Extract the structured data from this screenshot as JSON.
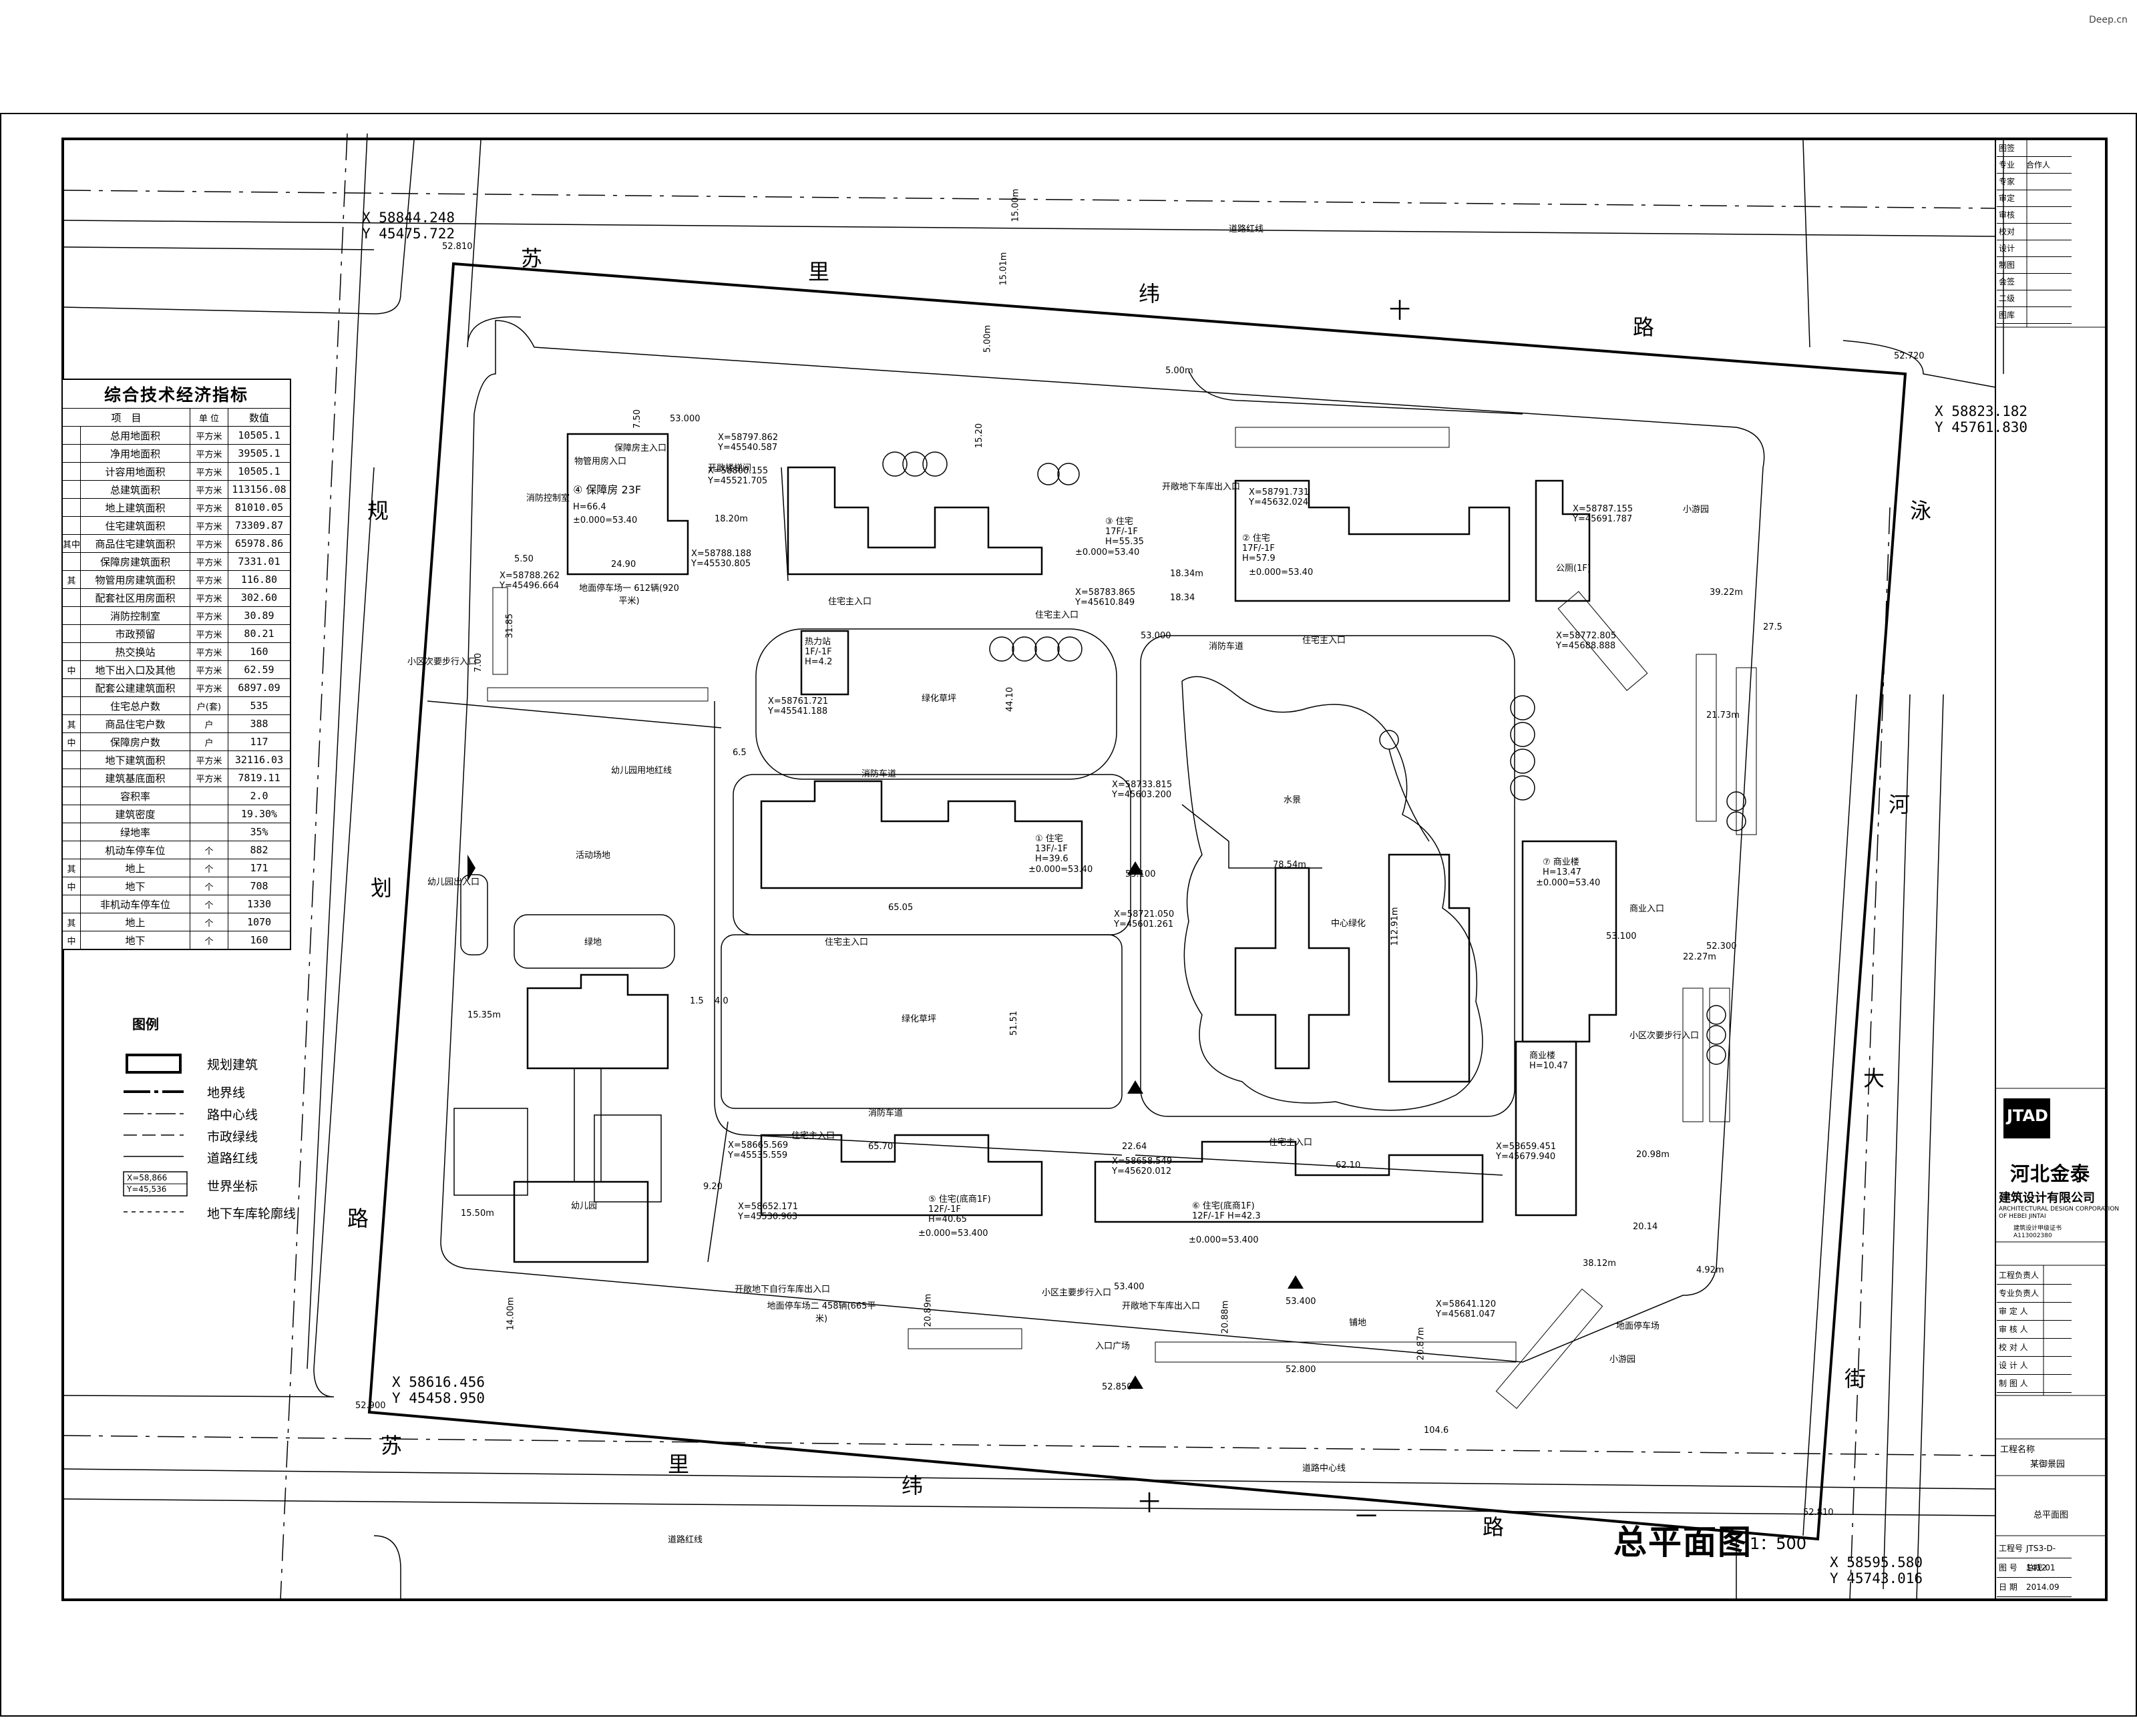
{
  "watermark": "Deep.cn",
  "corner_points": [
    {
      "x": "X 58844.248",
      "y": "Y 45475.722",
      "elev": "52.810"
    },
    {
      "x": "X 58823.182",
      "y": "Y 45761.830",
      "elev": "52.720"
    },
    {
      "x": "X 58616.456",
      "y": "Y 45458.950",
      "elev": "52.900"
    },
    {
      "x": "X 58595.580",
      "y": "Y 45743.016",
      "elev": "52.810"
    }
  ],
  "roads": {
    "north": [
      "苏",
      "里",
      "纬",
      "十",
      "路"
    ],
    "south": [
      "苏",
      "里",
      "纬",
      "十",
      "一",
      "路"
    ],
    "west": [
      "规",
      "划",
      "路"
    ],
    "east": [
      "泳",
      "河",
      "大",
      "街"
    ],
    "red_line": "道路红线",
    "center_line": "道路中心线"
  },
  "plan_title": "总平面图",
  "plan_scale": "1：500",
  "indicator_table": {
    "title": "综合技术经济指标",
    "headers": [
      "项　目",
      "单 位",
      "数值"
    ],
    "rows": [
      {
        "group": "",
        "name": "总用地面积",
        "unit": "平方米",
        "value": "10505.1"
      },
      {
        "group": "",
        "name": "净用地面积",
        "unit": "平方米",
        "value": "39505.1"
      },
      {
        "group": "",
        "name": "计容用地面积",
        "unit": "平方米",
        "value": "10505.1"
      },
      {
        "group": "",
        "name": "总建筑面积",
        "unit": "平方米",
        "value": "113156.08"
      },
      {
        "group": "",
        "name": "地上建筑面积",
        "unit": "平方米",
        "value": "81010.05"
      },
      {
        "group": "",
        "name": "住宅建筑面积",
        "unit": "平方米",
        "value": "73309.87"
      },
      {
        "group": "其中",
        "name": "商品住宅建筑面积",
        "unit": "平方米",
        "value": "65978.86"
      },
      {
        "group": "",
        "name": "保障房建筑面积",
        "unit": "平方米",
        "value": "7331.01"
      },
      {
        "group": "其",
        "name": "物管用房建筑面积",
        "unit": "平方米",
        "value": "116.80"
      },
      {
        "group": "",
        "name": "配套社区用房面积",
        "unit": "平方米",
        "value": "302.60"
      },
      {
        "group": "",
        "name": "消防控制室",
        "unit": "平方米",
        "value": "30.89"
      },
      {
        "group": "",
        "name": "市政预留",
        "unit": "平方米",
        "value": "80.21"
      },
      {
        "group": "",
        "name": "热交换站",
        "unit": "平方米",
        "value": "160"
      },
      {
        "group": "中",
        "name": "地下出入口及其他",
        "unit": "平方米",
        "value": "62.59"
      },
      {
        "group": "",
        "name": "配套公建建筑面积",
        "unit": "平方米",
        "value": "6897.09"
      },
      {
        "group": "",
        "name": "住宅总户数",
        "unit": "户(套)",
        "value": "535"
      },
      {
        "group": "其",
        "name": "商品住宅户数",
        "unit": "户",
        "value": "388"
      },
      {
        "group": "中",
        "name": "保障房户数",
        "unit": "户",
        "value": "117"
      },
      {
        "group": "",
        "name": "地下建筑面积",
        "unit": "平方米",
        "value": "32116.03"
      },
      {
        "group": "",
        "name": "建筑基底面积",
        "unit": "平方米",
        "value": "7819.11"
      },
      {
        "group": "",
        "name": "容积率",
        "unit": "",
        "value": "2.0"
      },
      {
        "group": "",
        "name": "建筑密度",
        "unit": "",
        "value": "19.30%"
      },
      {
        "group": "",
        "name": "绿地率",
        "unit": "",
        "value": "35%"
      },
      {
        "group": "",
        "name": "机动车停车位",
        "unit": "个",
        "value": "882"
      },
      {
        "group": "其",
        "name": "地上",
        "unit": "个",
        "value": "171"
      },
      {
        "group": "中",
        "name": "地下",
        "unit": "个",
        "value": "708"
      },
      {
        "group": "",
        "name": "非机动车停车位",
        "unit": "个",
        "value": "1330"
      },
      {
        "group": "其",
        "name": "地上",
        "unit": "个",
        "value": "1070"
      },
      {
        "group": "中",
        "name": "地下",
        "unit": "个",
        "value": "160"
      }
    ]
  },
  "legend": {
    "title": "图例",
    "items": [
      "规划建筑",
      "地界线",
      "路中心线",
      "市政绿线",
      "道路红线",
      "世界坐标",
      "地下车库轮廓线"
    ],
    "coord_sample": [
      "X=58,866",
      "Y=45,536"
    ]
  },
  "title_block": {
    "top_rows": [
      {
        "k": "图签",
        "v": ""
      },
      {
        "k": "专业",
        "v": "合作人"
      },
      {
        "k": "专家",
        "v": ""
      },
      {
        "k": "审定",
        "v": ""
      },
      {
        "k": "审核",
        "v": ""
      },
      {
        "k": "校对",
        "v": ""
      },
      {
        "k": "设计",
        "v": ""
      },
      {
        "k": "制图",
        "v": ""
      },
      {
        "k": "会签",
        "v": ""
      },
      {
        "k": "二级",
        "v": ""
      },
      {
        "k": "图库",
        "v": ""
      }
    ],
    "logo": "JTAD",
    "company": "河北金泰",
    "company_sub": "建筑设计有限公司",
    "company_en": [
      "ARCHITECTURAL DESIGN CORPORATION",
      "OF HEBEI JINTAI"
    ],
    "cert": [
      "建筑设计甲级证书",
      "A113002380"
    ],
    "rows2": [
      {
        "k": "工程负责人",
        "v": ""
      },
      {
        "k": "专业负责人",
        "v": ""
      },
      {
        "k": "审 定 人",
        "v": ""
      },
      {
        "k": "审 核 人",
        "v": ""
      },
      {
        "k": "校 对 人",
        "v": ""
      },
      {
        "k": "设 计 人",
        "v": ""
      },
      {
        "k": "制 图 人",
        "v": ""
      }
    ],
    "project_label": "工程名称",
    "project_name": "某御景园",
    "drawing_name": "总平面图",
    "bottom_rows": [
      {
        "k": "工程号",
        "v": "JTS3-D-1412"
      },
      {
        "k": "图 号",
        "v": "总规-01"
      },
      {
        "k": "日 期",
        "v": "2014.09"
      }
    ]
  },
  "labels": {
    "buildings": [
      "③ 住宅 17F/-1F H=55.35",
      "±0.000=53.40",
      "② 住宅 17F/-1F H=57.9",
      "±0.000=53.40",
      "① 住宅 13F/-1F H=39.6",
      "±0.000=53.40",
      "⑦ 商业楼 H=13.47",
      "±0.000=53.40",
      "⑤ 住宅(底商1F) 12F/-1F H=40.65",
      "±0.000=53.400",
      "⑥ 住宅(底商1F) 12F/-1F H=42.3",
      "±0.000=53.400",
      "④ 保障房 23F",
      "H=66.4",
      "±0.000=53.40"
    ],
    "coords_in": [
      "X=58797.862",
      "Y=45540.587",
      "X=58800.155",
      "Y=45521.705",
      "X=58788.188",
      "Y=45530.805",
      "X=58788.262",
      "Y=45496.664",
      "X=58783.865",
      "Y=45610.849",
      "X=58791.731",
      "Y=45632.024",
      "X=58787.155",
      "Y=45691.787",
      "X=58772.805",
      "Y=45688.888",
      "X=58761.721",
      "Y=45541.188",
      "X=58733.815",
      "Y=45603.200",
      "X=58721.050",
      "Y=45601.261",
      "X=58665.569",
      "Y=45535.559",
      "X=58658.549",
      "Y=45620.012",
      "X=58659.451",
      "Y=45679.940",
      "X=58652.171",
      "Y=45530.963",
      "X=58641.120",
      "Y=45681.047"
    ],
    "areas": [
      "活动场地",
      "绿地",
      "幼儿园",
      "水景",
      "中心绿化",
      "绿化草坪",
      "绿化草坪",
      "热力站 1F/-1F H=4.2",
      "商业楼 H=10.47",
      "小游园",
      "小游园",
      "入口广场",
      "铺地",
      "消防车道",
      "消防车道",
      "消防车道",
      "地面停车场一 612辆(920平米)",
      "地面停车场二 458辆(665平米)",
      "物管用房入口",
      "保障房主入口",
      "住宅主入口",
      "住宅主入口",
      "住宅主入口",
      "住宅主入口",
      "住宅主入口",
      "住宅主入口",
      "商业入口",
      "公厕(1F)",
      "小区次要步行入口",
      "小区次要步行入口",
      "小区主要步行入口",
      "开敞地下车库出入口",
      "开敞地下车库出入口",
      "开敞地下自行车库出入口",
      "幼儿园出入口",
      "幼儿园用地红线",
      "地面停车场",
      "消防控制室",
      "开敞楼梯间"
    ],
    "dims": [
      "15.00m",
      "15.01m",
      "5.00m",
      "5.00m",
      "15.20",
      "7.50",
      "18.20m",
      "24.90",
      "18.34m",
      "18.34",
      "39.22m",
      "27.5",
      "21.73m",
      "78.54m",
      "65.05",
      "44.10",
      "51.51",
      "112.91m",
      "22.64",
      "62.10",
      "65.70",
      "20.98m",
      "20.14",
      "38.12m",
      "4.92m",
      "104.6",
      "15.35m",
      "15.50m",
      "14.00m",
      "9.20",
      "6.5",
      "4.0",
      "1.5",
      "53.000",
      "53.000",
      "53.100",
      "53.100",
      "53.400",
      "53.400",
      "52.850",
      "52.800",
      "52.300",
      "5.50",
      "31.85",
      "7.00",
      "22.27m",
      "20.89m",
      "20.88m",
      "20.87m"
    ]
  }
}
